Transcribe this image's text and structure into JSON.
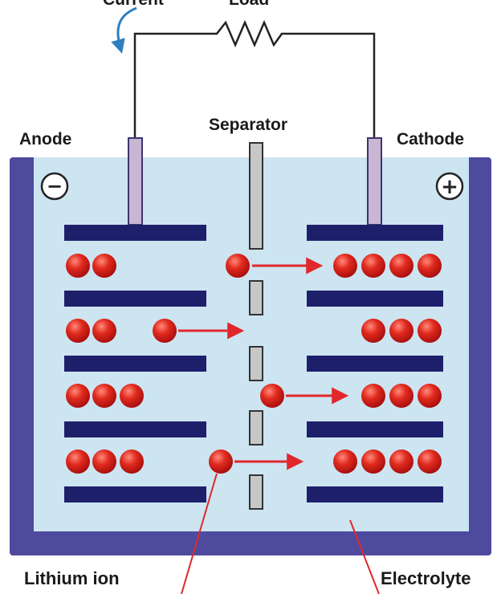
{
  "labels": {
    "current": "Current",
    "load": "Load",
    "anode": "Anode",
    "separator": "Separator",
    "cathode": "Cathode",
    "lithium_ion": "Lithium ion",
    "electrolyte": "Electrolyte"
  },
  "terminals": {
    "negative": "−",
    "positive": "+"
  },
  "colors": {
    "casing": "#4e4a9e",
    "electrolyte": "#cde4f1",
    "electrode_plate": "#1e1f6b",
    "terminal_post": "#c9b6d2",
    "separator": "#c7c7c7",
    "lithium_ion": "#d01818",
    "arrow": "#e0282c",
    "current_arrow": "#2e7fbf",
    "wire": "#222222"
  },
  "anode_ion_rows": [
    2,
    2,
    3,
    3
  ],
  "cathode_ion_rows": [
    4,
    3,
    3,
    4
  ]
}
